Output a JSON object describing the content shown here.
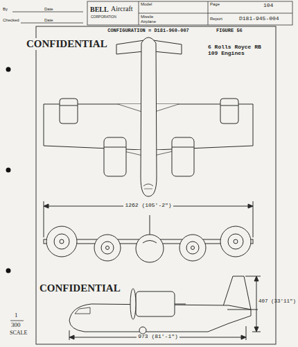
{
  "diagram": {
    "title": "CONFIGURATION = D181-960-007",
    "labels": [
      "By",
      "Date",
      "Checked",
      "Date",
      "BELL",
      "Aircraft",
      "CORPORATION",
      "Model",
      "Missile",
      "Airplane",
      "Page",
      "104",
      "Report",
      "D181-945-004",
      "FIGURE 56",
      "CONFIDENTIAL",
      "6 Rolls Royce RB 109 Engines",
      "1262 (105'-2\")",
      "CONFIDENTIAL",
      "407 (33'11\")",
      "973 (81'-1\")",
      "1",
      "300",
      "SCALE"
    ]
  }
}
